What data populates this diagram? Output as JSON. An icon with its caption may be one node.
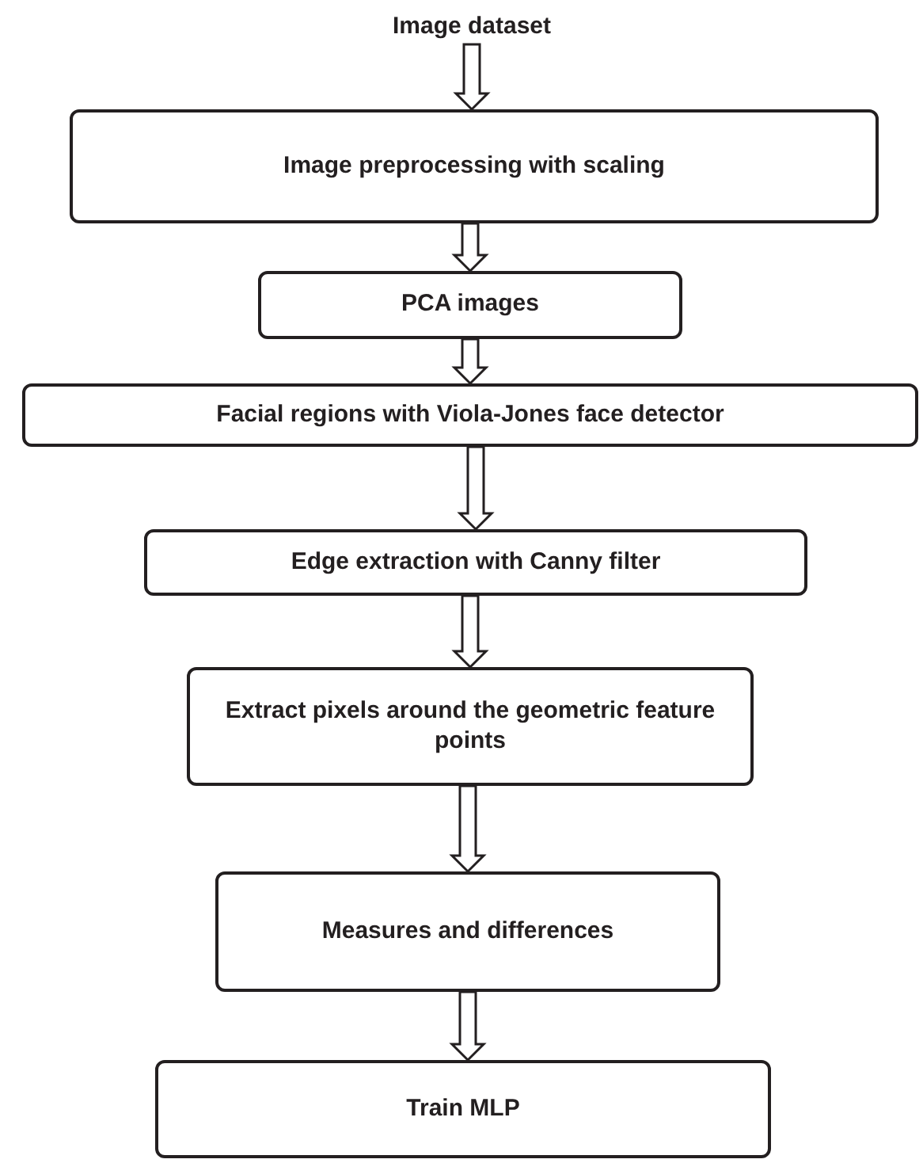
{
  "diagram": {
    "nodes": [
      {
        "text": [
          "Image dataset"
        ]
      },
      {
        "text": [
          "Image preprocessing with scaling"
        ]
      },
      {
        "text": [
          "PCA images"
        ]
      },
      {
        "text": [
          "Facial regions with Viola-Jones face detector"
        ]
      },
      {
        "text": [
          "Edge extraction with Canny filter"
        ]
      },
      {
        "text": [
          "Extract pixels around the geometric feature points"
        ]
      },
      {
        "text": [
          "Measures and differences"
        ]
      },
      {
        "text": [
          "Train MLP"
        ]
      }
    ],
    "edges": [
      {
        "from": 0,
        "to": 1,
        "arrow": "to"
      },
      {
        "from": 1,
        "to": 2,
        "arrow": "to"
      },
      {
        "from": 2,
        "to": 3,
        "arrow": "to"
      },
      {
        "from": 3,
        "to": 4,
        "arrow": "to"
      },
      {
        "from": 4,
        "to": 5,
        "arrow": "to"
      },
      {
        "from": 5,
        "to": 6,
        "arrow": "to"
      },
      {
        "from": 6,
        "to": 7,
        "arrow": "to"
      }
    ]
  }
}
